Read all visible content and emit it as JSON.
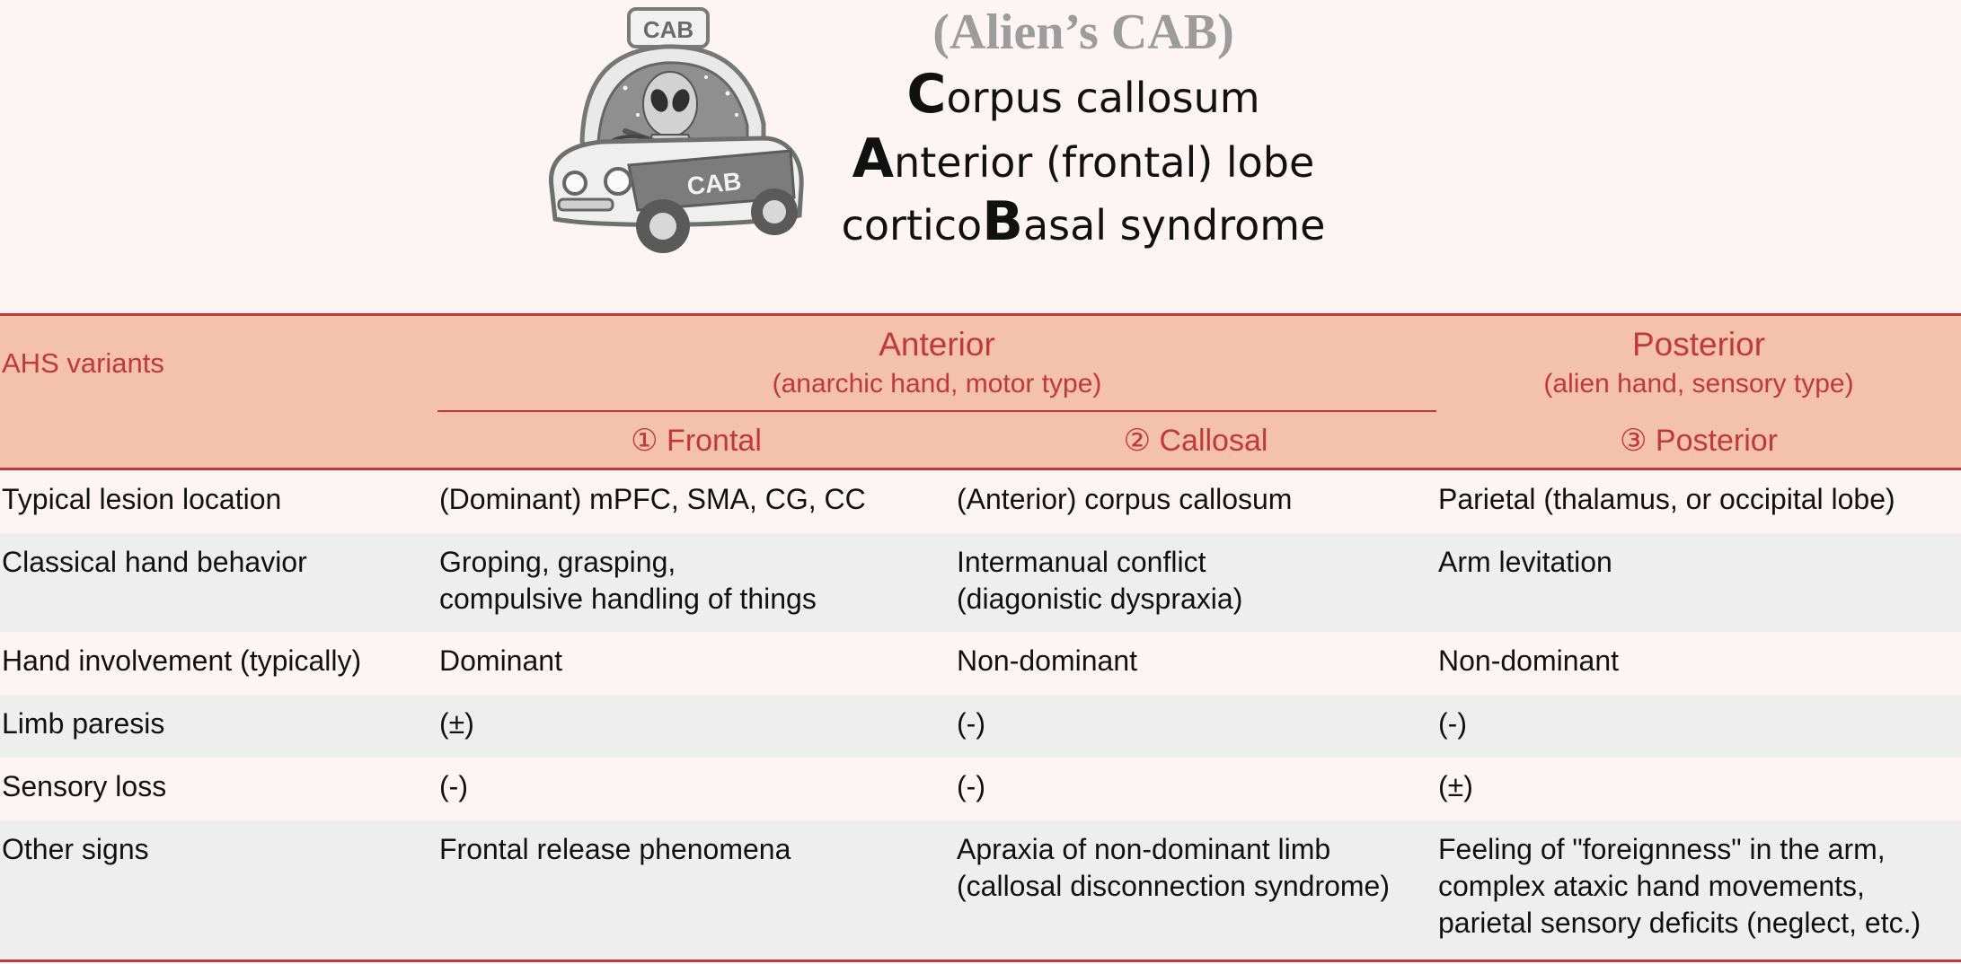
{
  "mnemonic": {
    "title": "(Alien’s CAB)",
    "lines": [
      {
        "initial": "C",
        "rest": "orpus callosum",
        "prefix": ""
      },
      {
        "initial": "A",
        "rest": "nterior (frontal) lobe",
        "prefix": ""
      },
      {
        "initial": "B",
        "rest": "asal syndrome",
        "prefix": "cortico"
      }
    ],
    "cab_sign": "CAB",
    "cab_door_text": "CAB"
  },
  "table": {
    "corner_label": "AHS variants",
    "groups": [
      {
        "title": "Anterior",
        "subtitle": "(anarchic hand, motor type)"
      },
      {
        "title": "Posterior",
        "subtitle": "(alien hand, sensory type)"
      }
    ],
    "columns": [
      "① Frontal",
      "② Callosal",
      "③ Posterior"
    ],
    "rows": [
      {
        "label": "Typical lesion location",
        "cells": [
          "(Dominant) mPFC, SMA, CG, CC",
          "(Anterior) corpus callosum",
          "Parietal (thalamus, or occipital lobe)"
        ]
      },
      {
        "label": "Classical hand behavior",
        "cells": [
          "Groping, grasping,\ncompulsive handling of things",
          "Intermanual conflict\n(diagonistic dyspraxia)",
          "Arm levitation"
        ]
      },
      {
        "label": "Hand involvement (typically)",
        "cells": [
          "Dominant",
          "Non-dominant",
          "Non-dominant"
        ]
      },
      {
        "label": "Limb paresis",
        "cells": [
          "(±)",
          "(-)",
          "(-)"
        ]
      },
      {
        "label": "Sensory loss",
        "cells": [
          "(-)",
          "(-)",
          "(±)"
        ]
      },
      {
        "label": "Other signs",
        "cells": [
          "Frontal release phenomena",
          "Apraxia of non-dominant limb\n(callosal disconnection syndrome)",
          "Feeling of \"foreignness\" in the arm,\ncomplex ataxic hand movements,\nparietal sensory deficits (neglect, etc.)"
        ]
      }
    ]
  },
  "colors": {
    "accent": "#c0393b",
    "header_band": "#f4c1ad",
    "background": "#fdf5f4",
    "alt_row": "#eeeeee",
    "title_gray": "#9c9c9c"
  }
}
